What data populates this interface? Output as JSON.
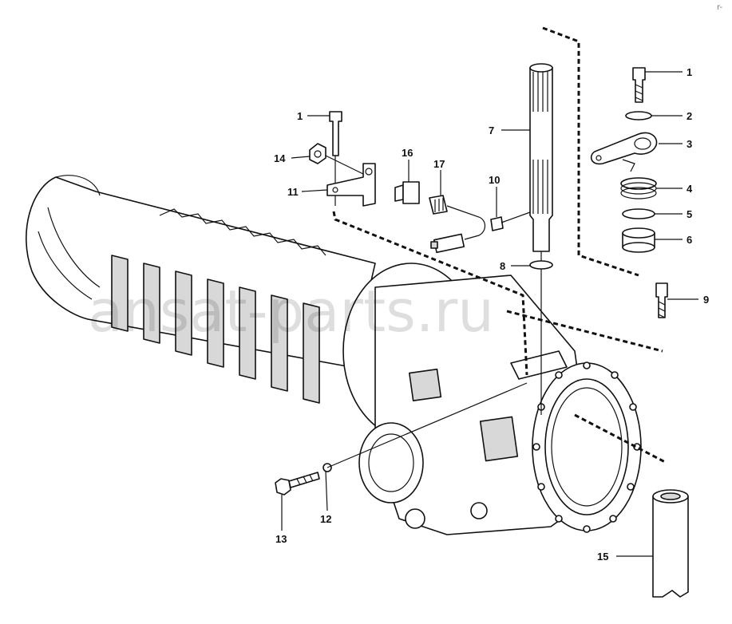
{
  "watermark": "ansat-parts.ru",
  "corner_mark": "r-",
  "callouts": [
    {
      "id": "c1a",
      "text": "1"
    },
    {
      "id": "c1b",
      "text": "1"
    },
    {
      "id": "c2",
      "text": "2"
    },
    {
      "id": "c3",
      "text": "3"
    },
    {
      "id": "c4",
      "text": "4"
    },
    {
      "id": "c5",
      "text": "5"
    },
    {
      "id": "c6",
      "text": "6"
    },
    {
      "id": "c7",
      "text": "7"
    },
    {
      "id": "c8",
      "text": "8"
    },
    {
      "id": "c9",
      "text": "9"
    },
    {
      "id": "c10",
      "text": "10"
    },
    {
      "id": "c11",
      "text": "11"
    },
    {
      "id": "c12",
      "text": "12"
    },
    {
      "id": "c13",
      "text": "13"
    },
    {
      "id": "c14",
      "text": "14"
    },
    {
      "id": "c15",
      "text": "15"
    },
    {
      "id": "c16",
      "text": "16"
    },
    {
      "id": "c17",
      "text": "17"
    }
  ]
}
